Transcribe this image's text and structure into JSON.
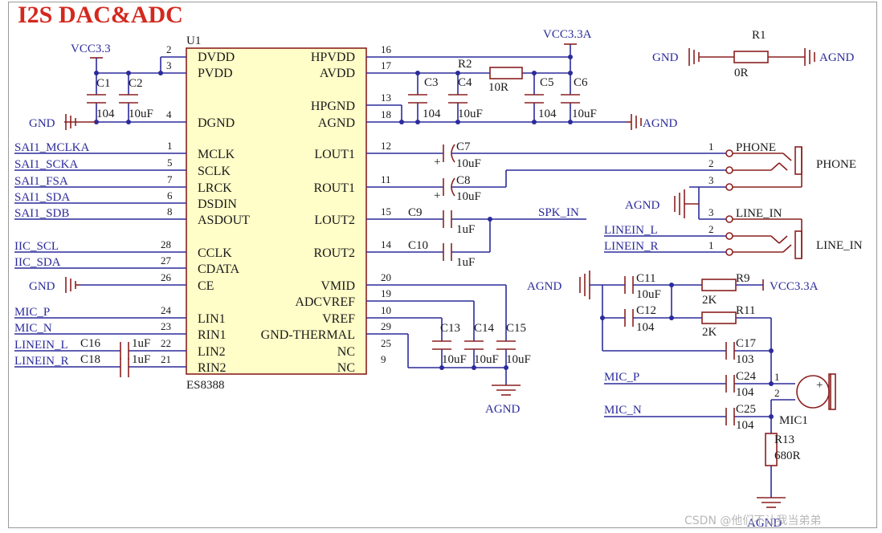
{
  "title": "I2S DAC&ADC",
  "watermark": "CSDN @他们不让我当弟弟",
  "colors": {
    "wire": "#2b2b9c",
    "component": "#8b2020",
    "chip_fill": "#fffdc8",
    "title": "#d4281e"
  },
  "chip": {
    "refdes": "U1",
    "part": "ES8388",
    "left_pins": [
      {
        "num": "2",
        "name": "DVDD"
      },
      {
        "num": "3",
        "name": "PVDD"
      },
      {
        "num": "4",
        "name": "DGND"
      },
      {
        "num": "1",
        "name": "MCLK"
      },
      {
        "num": "5",
        "name": "SCLK"
      },
      {
        "num": "7",
        "name": "LRCK"
      },
      {
        "num": "6",
        "name": "DSDIN"
      },
      {
        "num": "8",
        "name": "ASDOUT"
      },
      {
        "num": "28",
        "name": "CCLK"
      },
      {
        "num": "27",
        "name": "CDATA"
      },
      {
        "num": "26",
        "name": "CE"
      },
      {
        "num": "24",
        "name": "LIN1"
      },
      {
        "num": "23",
        "name": "RIN1"
      },
      {
        "num": "22",
        "name": "LIN2"
      },
      {
        "num": "21",
        "name": "RIN2"
      }
    ],
    "right_pins": [
      {
        "num": "16",
        "name": "HPVDD"
      },
      {
        "num": "17",
        "name": "AVDD"
      },
      {
        "num": "13",
        "name": "HPGND"
      },
      {
        "num": "18",
        "name": "AGND"
      },
      {
        "num": "12",
        "name": "LOUT1"
      },
      {
        "num": "11",
        "name": "ROUT1"
      },
      {
        "num": "15",
        "name": "LOUT2"
      },
      {
        "num": "14",
        "name": "ROUT2"
      },
      {
        "num": "20",
        "name": "VMID"
      },
      {
        "num": "19",
        "name": "ADCVREF"
      },
      {
        "num": "10",
        "name": "VREF"
      },
      {
        "num": "29",
        "name": "GND-THERMAL"
      },
      {
        "num": "25",
        "name": "NC"
      },
      {
        "num": "9",
        "name": "NC"
      }
    ]
  },
  "nets": {
    "sai": [
      "SAI1_MCLKA",
      "SAI1_SCKA",
      "SAI1_FSA",
      "SAI1_SDA",
      "SAI1_SDB"
    ],
    "iic": [
      "IIC_SCL",
      "IIC_SDA"
    ],
    "mic": [
      "MIC_P",
      "MIC_N"
    ],
    "linein": [
      "LINEIN_L",
      "LINEIN_R"
    ],
    "gnd": "GND",
    "agnd": "AGND",
    "vcc": "VCC3.3",
    "vcc_a": "VCC3.3A",
    "spk_in": "SPK_IN",
    "right_mic": [
      "MIC_P",
      "MIC_N"
    ],
    "right_linein": [
      "LINEIN_L",
      "LINEIN_R"
    ]
  },
  "components": {
    "c1": {
      "ref": "C1",
      "val": "104"
    },
    "c2": {
      "ref": "C2",
      "val": "10uF"
    },
    "c3": {
      "ref": "C3",
      "val": "104"
    },
    "c4": {
      "ref": "C4",
      "val": "10uF"
    },
    "c5": {
      "ref": "C5",
      "val": "104"
    },
    "c6": {
      "ref": "C6",
      "val": "10uF"
    },
    "c7": {
      "ref": "C7",
      "val": "10uF"
    },
    "c8": {
      "ref": "C8",
      "val": "10uF"
    },
    "c9": {
      "ref": "C9",
      "val": "1uF"
    },
    "c10": {
      "ref": "C10",
      "val": "1uF"
    },
    "c11": {
      "ref": "C11",
      "val": "10uF"
    },
    "c12": {
      "ref": "C12",
      "val": "104"
    },
    "c13": {
      "ref": "C13",
      "val": "10uF"
    },
    "c14": {
      "ref": "C14",
      "val": "10uF"
    },
    "c15": {
      "ref": "C15",
      "val": "10uF"
    },
    "c16": {
      "ref": "C16",
      "val": "1uF"
    },
    "c18": {
      "ref": "C18",
      "val": "1uF"
    },
    "c17": {
      "ref": "C17",
      "val": "103"
    },
    "c24": {
      "ref": "C24",
      "val": "104"
    },
    "c25": {
      "ref": "C25",
      "val": "104"
    },
    "r0": {
      "ref": "R1",
      "val": "0R"
    },
    "r2": {
      "ref": "R2",
      "val": "10R"
    },
    "r9": {
      "ref": "R9",
      "val": "2K"
    },
    "r11": {
      "ref": "R11",
      "val": "2K"
    },
    "r13": {
      "ref": "R13",
      "val": "680R"
    },
    "mic1": {
      "ref": "MIC1",
      "pin1": "1",
      "pin2": "2",
      "plus": "+"
    }
  },
  "phone_jack": {
    "label": "PHONE",
    "name": "PHONE",
    "pins": [
      "1",
      "2",
      "3"
    ]
  },
  "line_jack": {
    "label": "LINE_IN",
    "name": "LINE_IN",
    "pins": [
      "3",
      "2",
      "1"
    ]
  }
}
